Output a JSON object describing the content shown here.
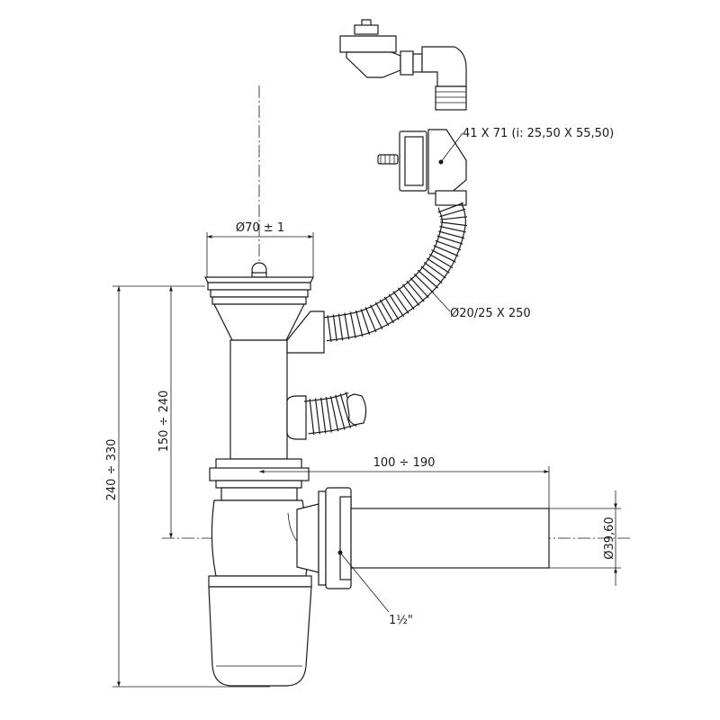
{
  "labels": {
    "plate_size": "41 X 71 (i: 25,50 X 55,50)",
    "hose": "Ø20/25 X 250",
    "strainer_diameter": "Ø70 ± 1",
    "offset": "100 ÷ 190",
    "height_inner": "150 ÷ 240",
    "height_total": "240 ÷ 330",
    "outlet_diameter": "Ø39,60",
    "thread": "1½\""
  }
}
